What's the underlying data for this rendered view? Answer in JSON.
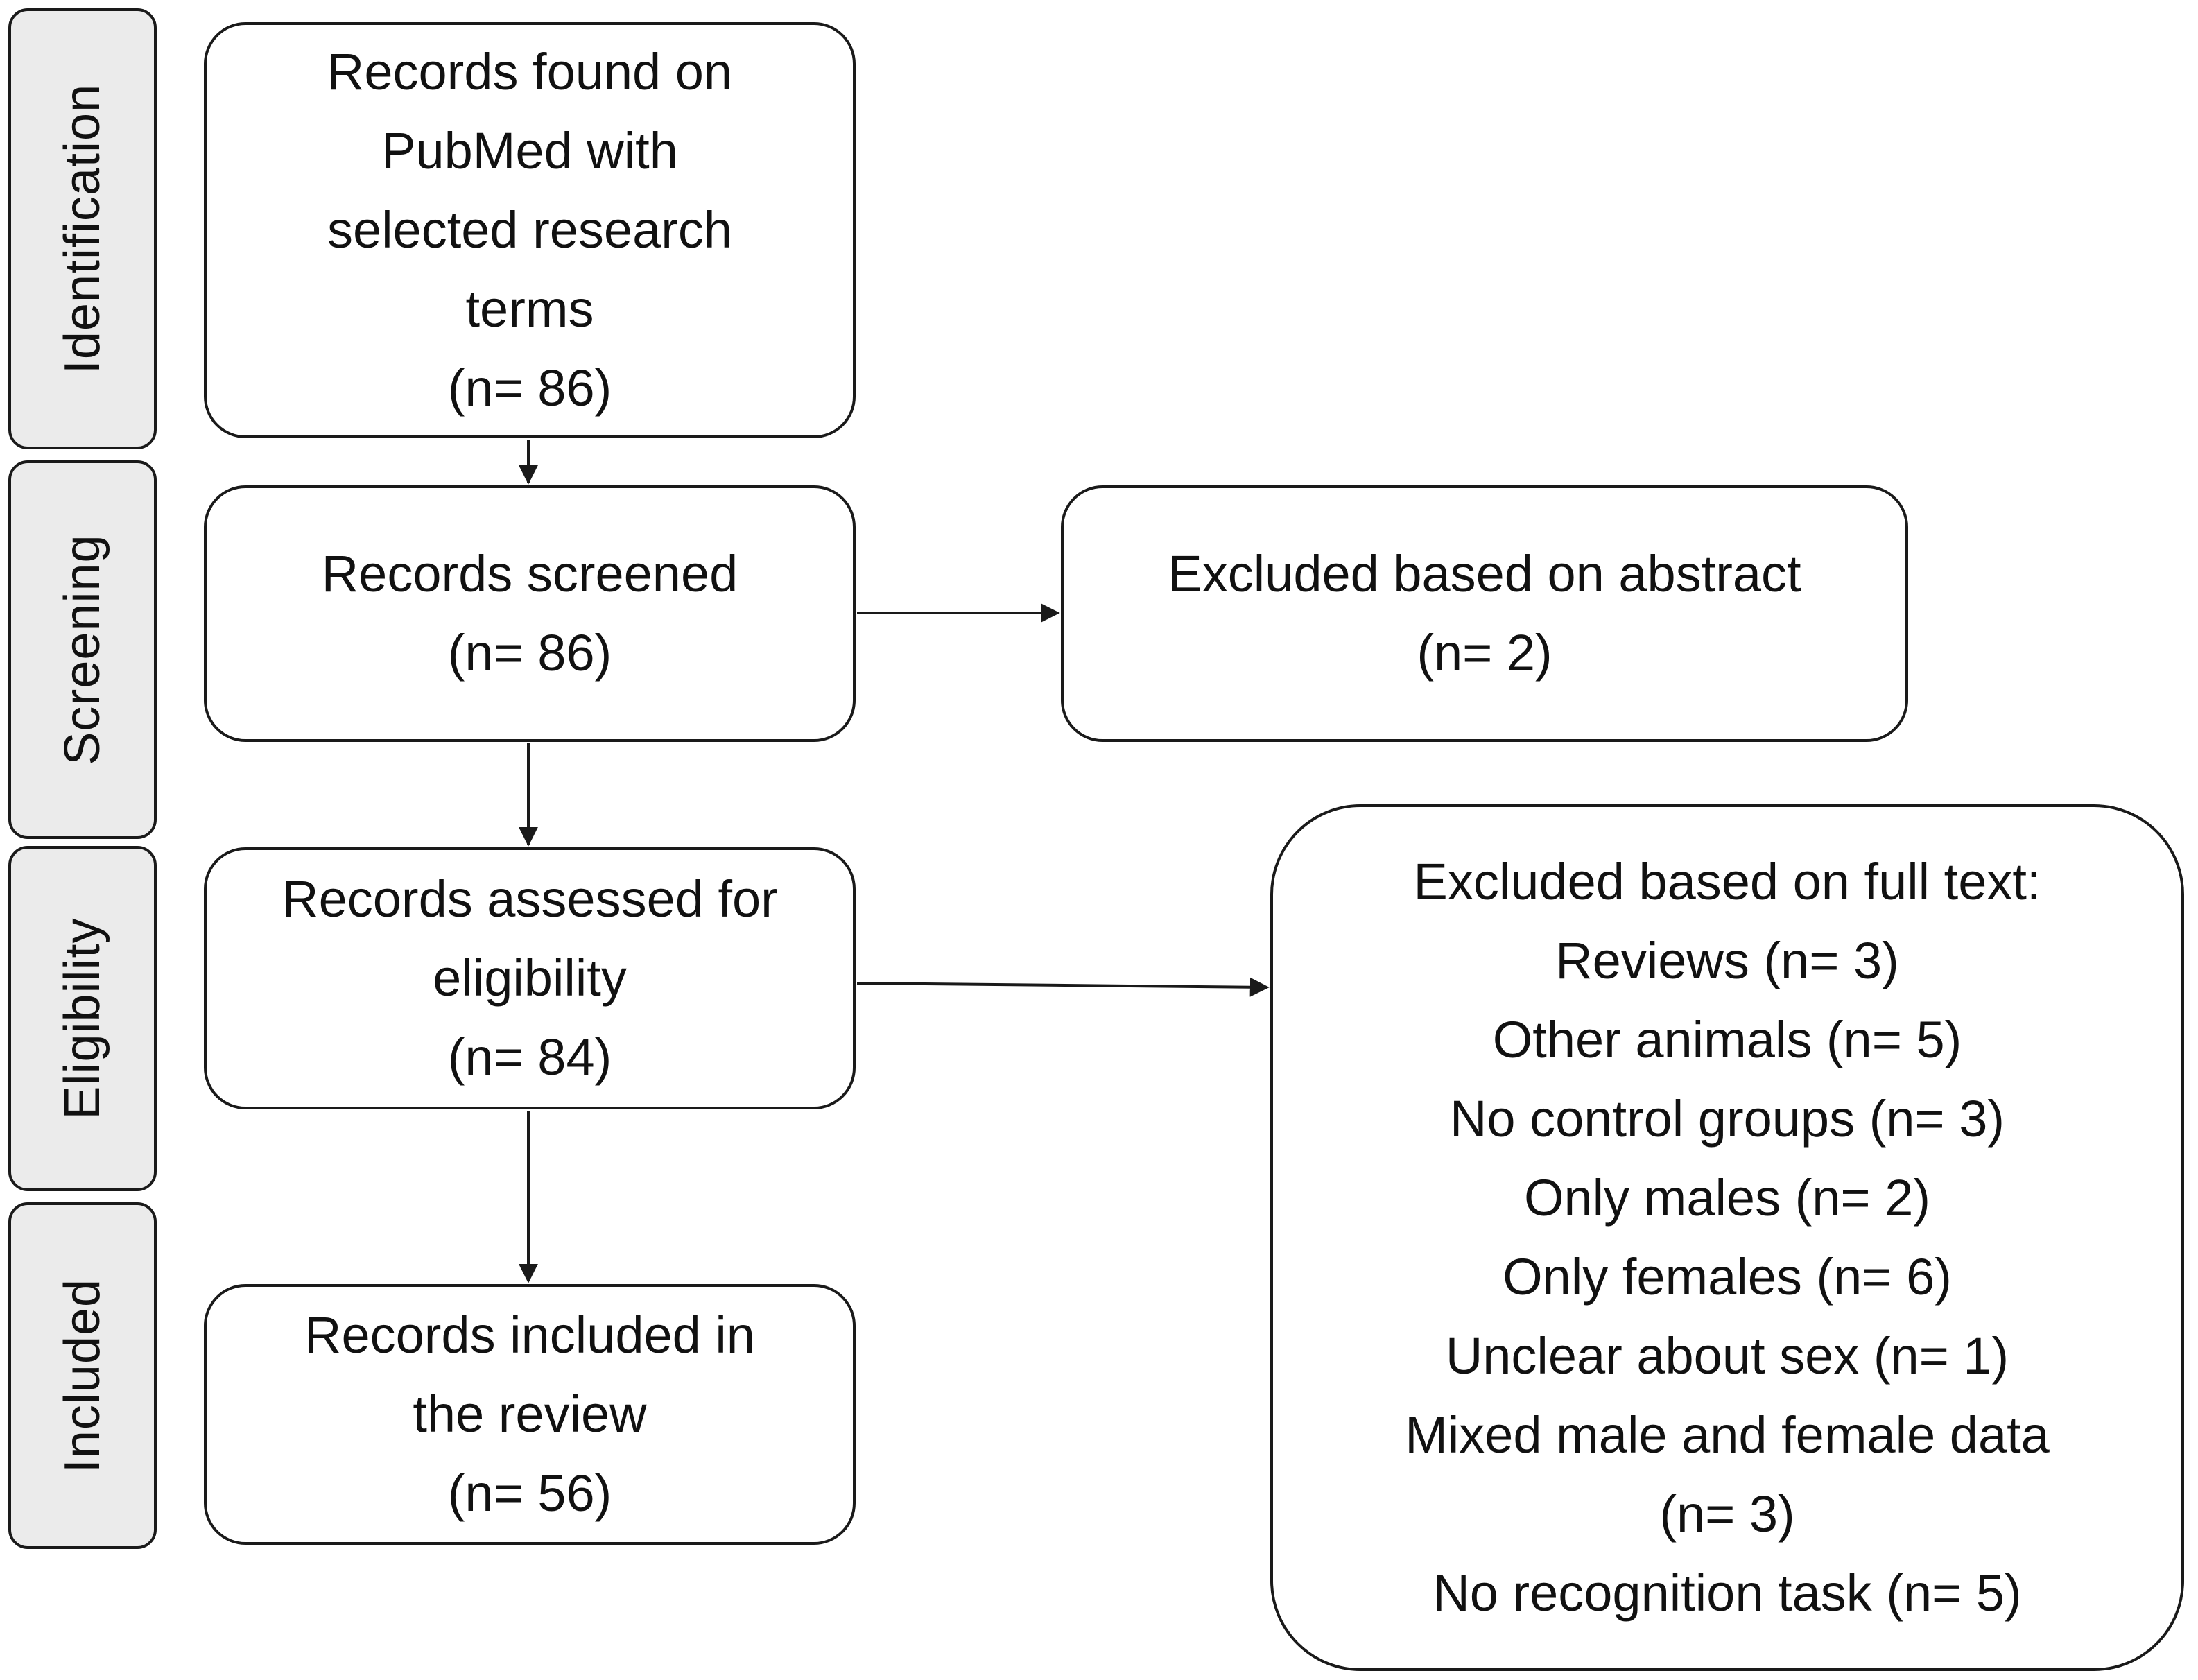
{
  "stages": [
    {
      "id": "identification",
      "label": "Identification"
    },
    {
      "id": "screening",
      "label": "Screening"
    },
    {
      "id": "eligibility",
      "label": "Eligibility"
    },
    {
      "id": "included",
      "label": "Included"
    }
  ],
  "boxes": {
    "identification": {
      "lines": [
        "Records found on",
        "PubMed with",
        "selected research",
        "terms",
        "(n= 86)"
      ]
    },
    "screened": {
      "lines": [
        "Records screened",
        "(n= 86)"
      ]
    },
    "excluded_abstract": {
      "lines": [
        "Excluded based on abstract",
        "(n= 2)"
      ]
    },
    "eligibility": {
      "lines": [
        "Records assessed for",
        "eligibility",
        "(n= 84)"
      ]
    },
    "excluded_fulltext": {
      "lines": [
        "Excluded based on full text:",
        "Reviews (n= 3)",
        "Other animals (n= 5)",
        "No control groups (n= 3)",
        "Only males (n= 2)",
        "Only females (n= 6)",
        "Unclear about sex (n= 1)",
        "Mixed male and female data",
        "(n= 3)",
        "No recognition task (n= 5)"
      ]
    },
    "included": {
      "lines": [
        "Records included in",
        "the review",
        "(n= 56)"
      ]
    }
  },
  "colors": {
    "stage_fill": "#ebebeb",
    "stroke": "#1a1a1a",
    "box_fill": "#ffffff"
  }
}
